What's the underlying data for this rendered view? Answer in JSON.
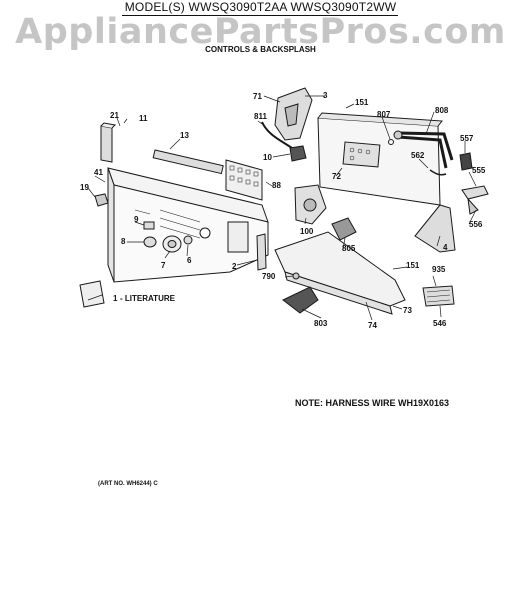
{
  "header": {
    "model_line": "MODEL(S) WWSQ3090T2AA  WWSQ3090T2WW",
    "watermark": "AppliancePartsPros.com",
    "section_title": "CONTROLS & BACKSPLASH"
  },
  "callouts": {
    "c71": "71",
    "c3": "3",
    "c151a": "151",
    "c808": "808",
    "c807": "807",
    "c557": "557",
    "c562": "562",
    "c555": "555",
    "c556": "556",
    "c4": "4",
    "c811": "811",
    "c10": "10",
    "c72": "72",
    "c21": "21",
    "c11": "11",
    "c13": "13",
    "c41": "41",
    "c19": "19",
    "c88": "88",
    "c100": "100",
    "c805": "805",
    "c9": "9",
    "c8": "8",
    "c7": "7",
    "c6": "6",
    "c2": "2",
    "c151b": "151",
    "c935": "935",
    "c790": "790",
    "c1": "1",
    "c803": "803",
    "c74": "74",
    "c73": "73",
    "c546": "546"
  },
  "literature_label": "- LITERATURE",
  "note": "NOTE: HARNESS WIRE WH19X0163",
  "art_no": "(ART NO. WH6244) C"
}
